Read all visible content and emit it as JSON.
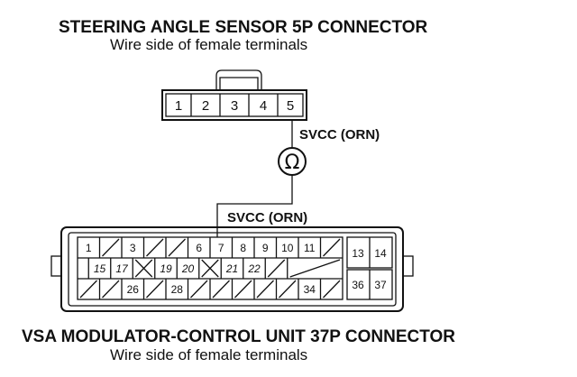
{
  "sensor_connector": {
    "title": "STEERING ANGLE SENSOR 5P CONNECTOR",
    "subtitle": "Wire side of female terminals",
    "pins": [
      "1",
      "2",
      "3",
      "4",
      "5"
    ]
  },
  "wire_labels": {
    "upper": "SVCC (ORN)",
    "lower": "SVCC (ORN)"
  },
  "meter": {
    "symbol": "Ω"
  },
  "modulator_connector": {
    "title": "VSA MODULATOR-CONTROL UNIT 37P CONNECTOR",
    "subtitle": "Wire side of female terminals",
    "row1": [
      "1",
      "",
      "3",
      "",
      "",
      "6",
      "7",
      "8",
      "9",
      "10",
      "11",
      ""
    ],
    "row2": [
      "15",
      "17",
      "",
      "19",
      "20",
      "",
      "21",
      "22",
      ""
    ],
    "row3": [
      "",
      "",
      "26",
      "",
      "28",
      "",
      "",
      "",
      "",
      "",
      "34",
      ""
    ],
    "side_top": [
      "13",
      "14"
    ],
    "side_bottom": [
      "36",
      "37"
    ]
  }
}
